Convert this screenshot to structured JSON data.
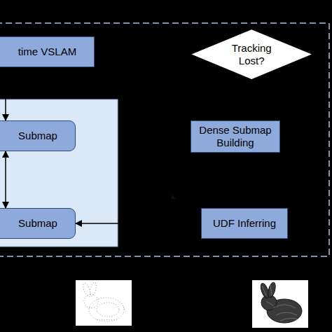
{
  "diagram": {
    "nodes": [
      {
        "text": [
          "time VSLAM"
        ]
      },
      {
        "text": [
          "Tracking Lost?"
        ]
      },
      {
        "text": [
          "Submap"
        ]
      },
      {
        "text": [
          "Dense Submap Building"
        ]
      },
      {
        "text": [
          "Submap"
        ]
      },
      {
        "text": [
          "UDF Inferring"
        ]
      }
    ],
    "edges": [
      {
        "from": 0,
        "to": 2,
        "arrow": "to"
      },
      {
        "from": 2,
        "to": 4,
        "arrow": "both"
      },
      {
        "from": 5,
        "to": 4,
        "arrow": "to"
      }
    ]
  }
}
